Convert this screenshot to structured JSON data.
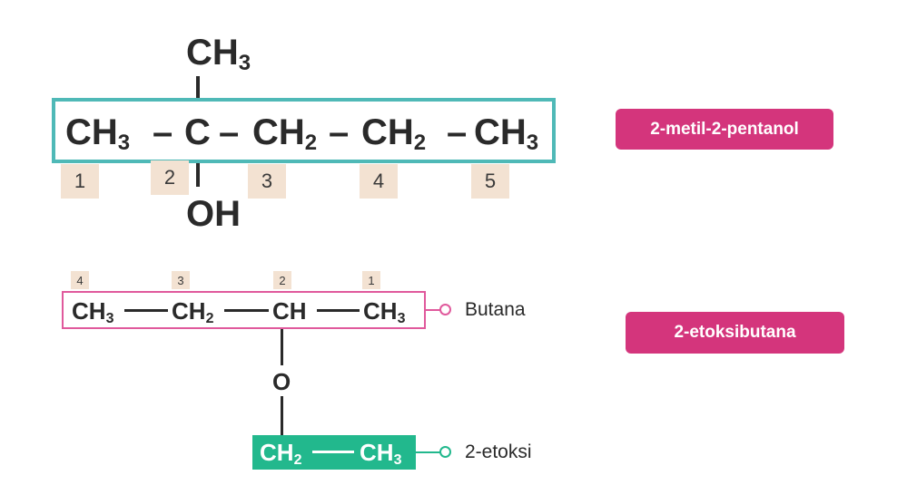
{
  "molecule1": {
    "top_group": {
      "main": "CH",
      "sub": "3"
    },
    "bottom_group": {
      "main": "OH"
    },
    "chain": [
      {
        "main": "CH",
        "sub": "3"
      },
      {
        "main": "–"
      },
      {
        "main": "C"
      },
      {
        "main": "–"
      },
      {
        "main": "CH",
        "sub": "2"
      },
      {
        "main": "–"
      },
      {
        "main": "CH",
        "sub": "2"
      },
      {
        "main": "–"
      },
      {
        "main": "CH",
        "sub": "3"
      }
    ],
    "numbers": [
      "1",
      "2",
      "3",
      "4",
      "5"
    ],
    "name": "2-metil-2-pentanol",
    "colors": {
      "box": "#4fb9b7",
      "tag": "#f3e2d2",
      "badge": "#d4357c"
    }
  },
  "molecule2": {
    "chain": [
      {
        "main": "CH",
        "sub": "3"
      },
      {
        "main": "CH",
        "sub": "2"
      },
      {
        "main": "CH"
      },
      {
        "main": "CH",
        "sub": "3"
      }
    ],
    "numbers": [
      "4",
      "3",
      "2",
      "1"
    ],
    "oxygen": "O",
    "ethyl": [
      {
        "main": "CH",
        "sub": "2"
      },
      {
        "main": "CH",
        "sub": "3"
      }
    ],
    "chain_label": "Butana",
    "substituent_label": "2-etoksi",
    "name": "2-etoksibutana",
    "colors": {
      "box": "#e0599c",
      "ethyl_block": "#22b88d",
      "badge": "#d4357c"
    }
  }
}
